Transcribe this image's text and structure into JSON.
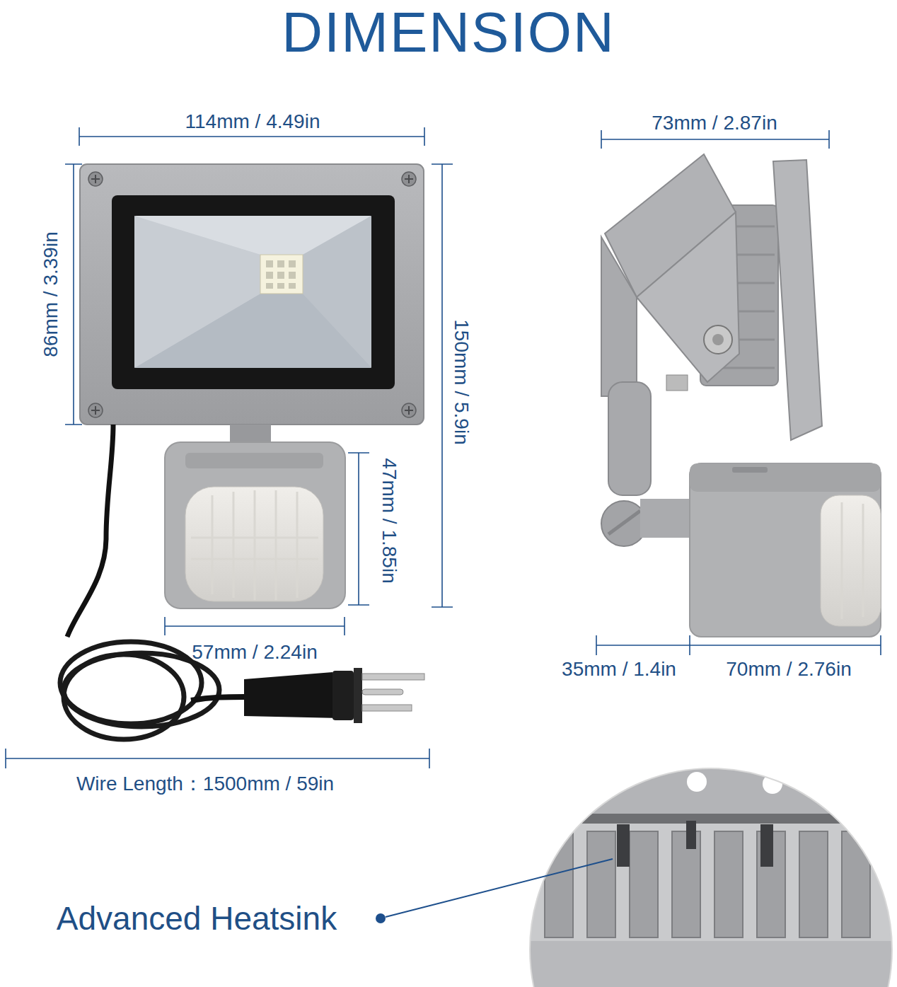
{
  "diagram": {
    "title": "DIMENSION",
    "labels": [
      "114mm / 4.49in",
      "86mm / 3.39in",
      "150mm / 5.9in",
      "47mm / 1.85in",
      "57mm / 2.24in",
      "Wire Length：1500mm / 59in",
      "73mm / 2.87in",
      "35mm / 1.4in",
      "70mm / 2.76in",
      "Advanced Heatsink"
    ]
  }
}
